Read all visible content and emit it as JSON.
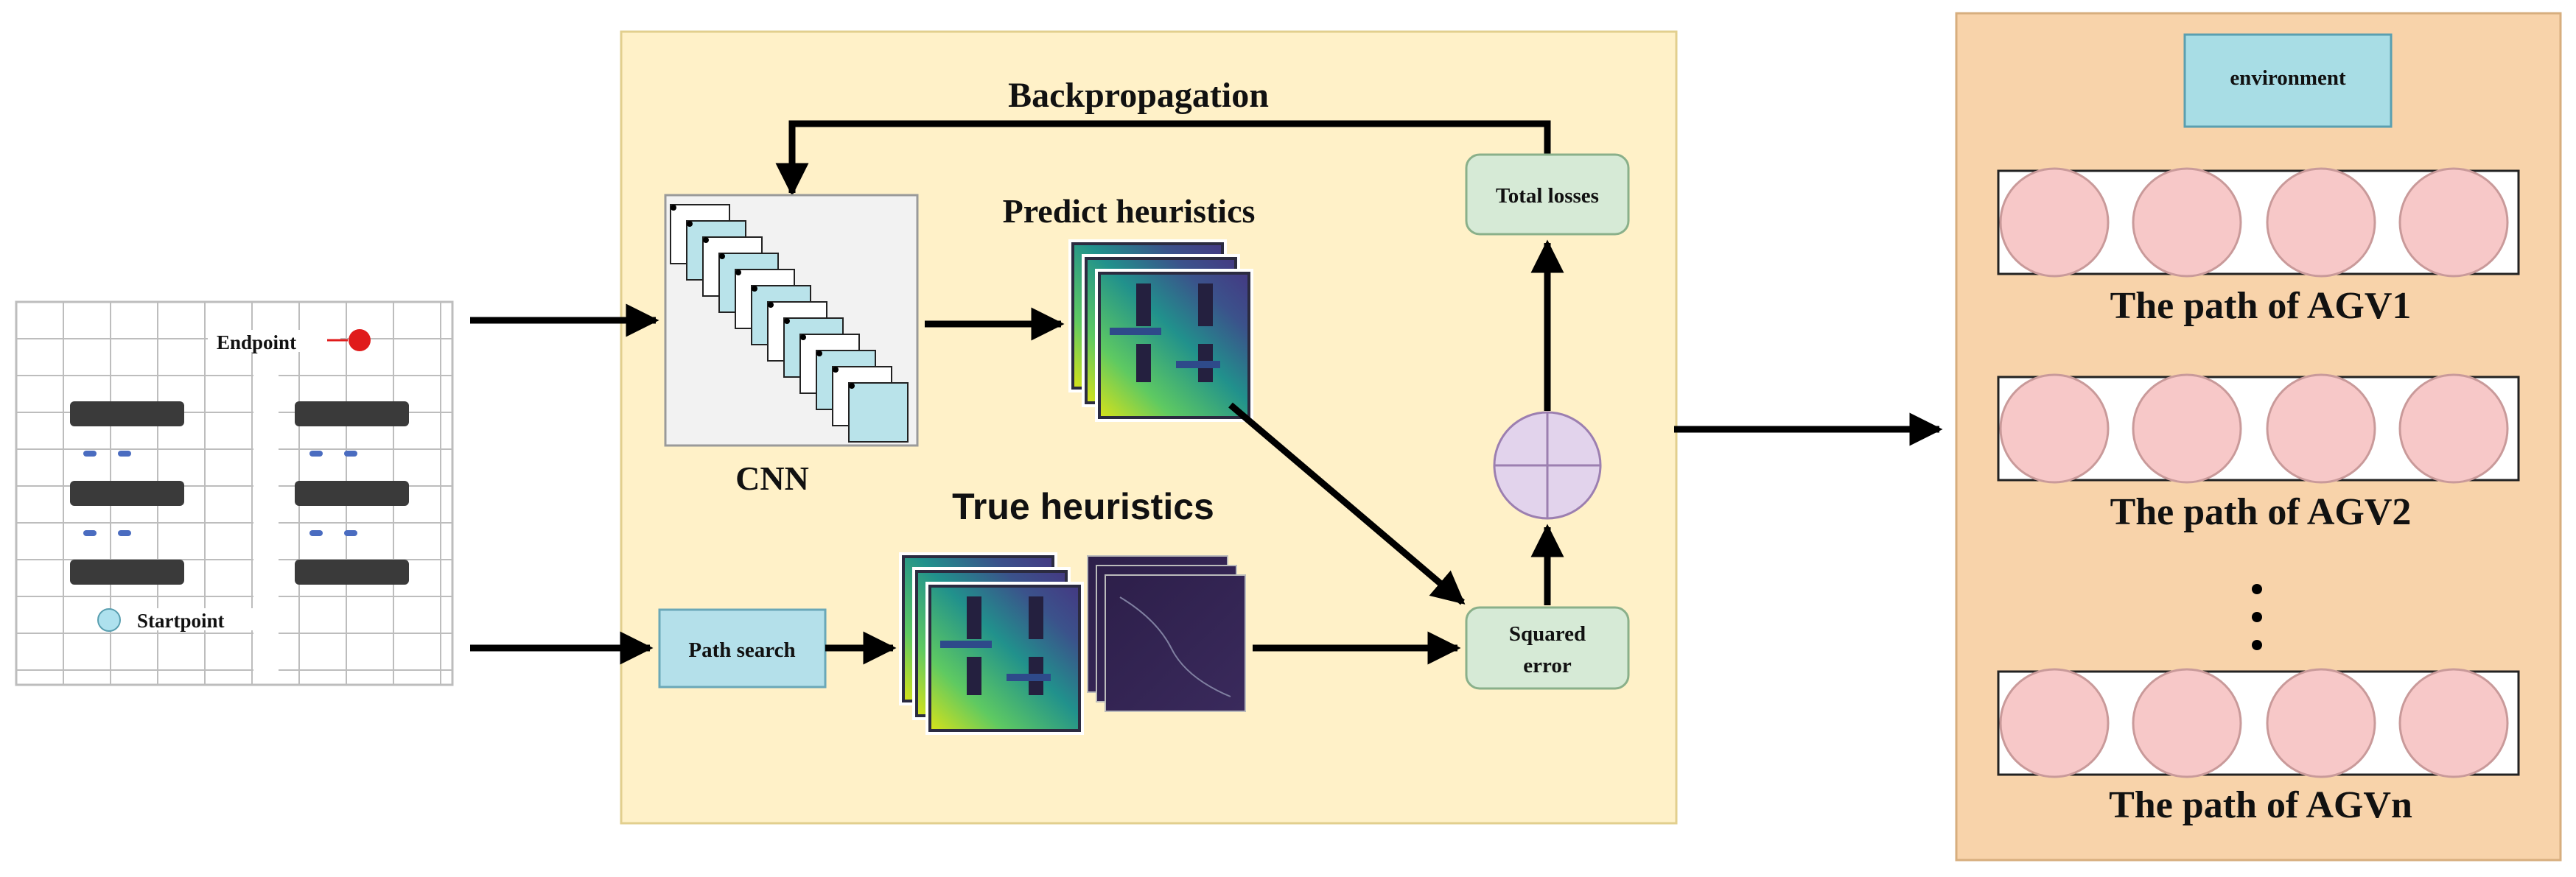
{
  "labels": {
    "endpoint": "Endpoint",
    "startpoint": "Startpoint",
    "backpropagation": "Backpropagation",
    "predict_heuristics": "Predict heuristics",
    "cnn": "CNN",
    "true_heuristics": "True heuristics",
    "path_search": "Path search",
    "total_losses": "Total losses",
    "squared_error_line1": "Squared",
    "squared_error_line2": "error",
    "environment": "environment",
    "path_agv1": "The path of AGV1",
    "path_agv2": "The path of AGV2",
    "path_agvn": "The path of AGVn"
  },
  "colors": {
    "training_panel_bg": "#fff1c8",
    "training_panel_border": "#e2cf8e",
    "agv_panel_bg": "#f8d3aa",
    "agv_panel_border": "#d7ae7e",
    "node_blue": "#b4e0ea",
    "node_green": "#d6ead6",
    "sum_node": "#e2d3ec",
    "path_circle": "#f7c8c8",
    "path_circle_border": "#c99a9a",
    "endpoint": "#e01b1b",
    "startpoint": "#aee1ee",
    "obstacle": "#3a3a3a",
    "map_grid": "#bdbdbd",
    "door_marker": "#4a6cc0"
  },
  "icons": {
    "sum_node": "summation-circle-icon",
    "ellipsis": "vertical-ellipsis-icon"
  }
}
